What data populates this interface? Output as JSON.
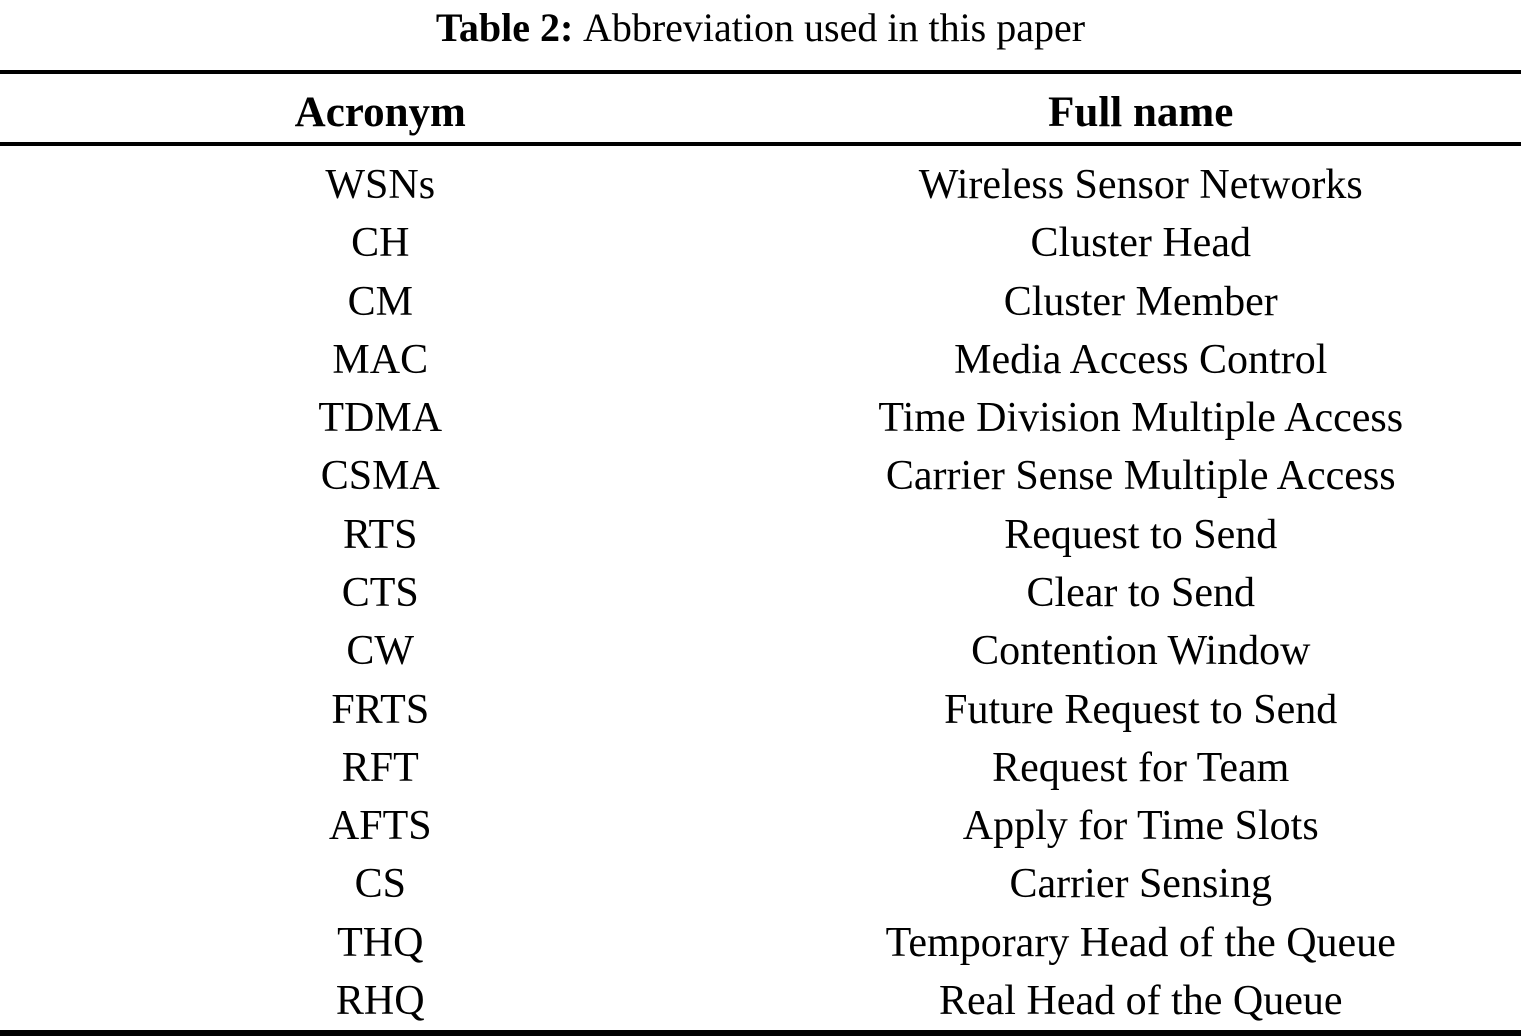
{
  "table": {
    "caption_label": "Table 2:",
    "caption_rest": "Abbreviation used in this paper",
    "columns": [
      "Acronym",
      "Full name"
    ],
    "rows": [
      [
        "WSNs",
        "Wireless Sensor Networks"
      ],
      [
        "CH",
        "Cluster Head"
      ],
      [
        "CM",
        "Cluster Member"
      ],
      [
        "MAC",
        "Media Access Control"
      ],
      [
        "TDMA",
        "Time Division Multiple Access"
      ],
      [
        "CSMA",
        "Carrier Sense Multiple Access"
      ],
      [
        "RTS",
        "Request to Send"
      ],
      [
        "CTS",
        "Clear to Send"
      ],
      [
        "CW",
        "Contention Window"
      ],
      [
        "FRTS",
        "Future Request to Send"
      ],
      [
        "RFT",
        "Request for Team"
      ],
      [
        "AFTS",
        "Apply for Time Slots"
      ],
      [
        "CS",
        "Carrier Sensing"
      ],
      [
        "THQ",
        "Temporary Head of the Queue"
      ],
      [
        "RHQ",
        "Real Head of the Queue"
      ]
    ],
    "colors": {
      "text": "#000000",
      "background": "#ffffff",
      "rule": "#000000"
    }
  }
}
